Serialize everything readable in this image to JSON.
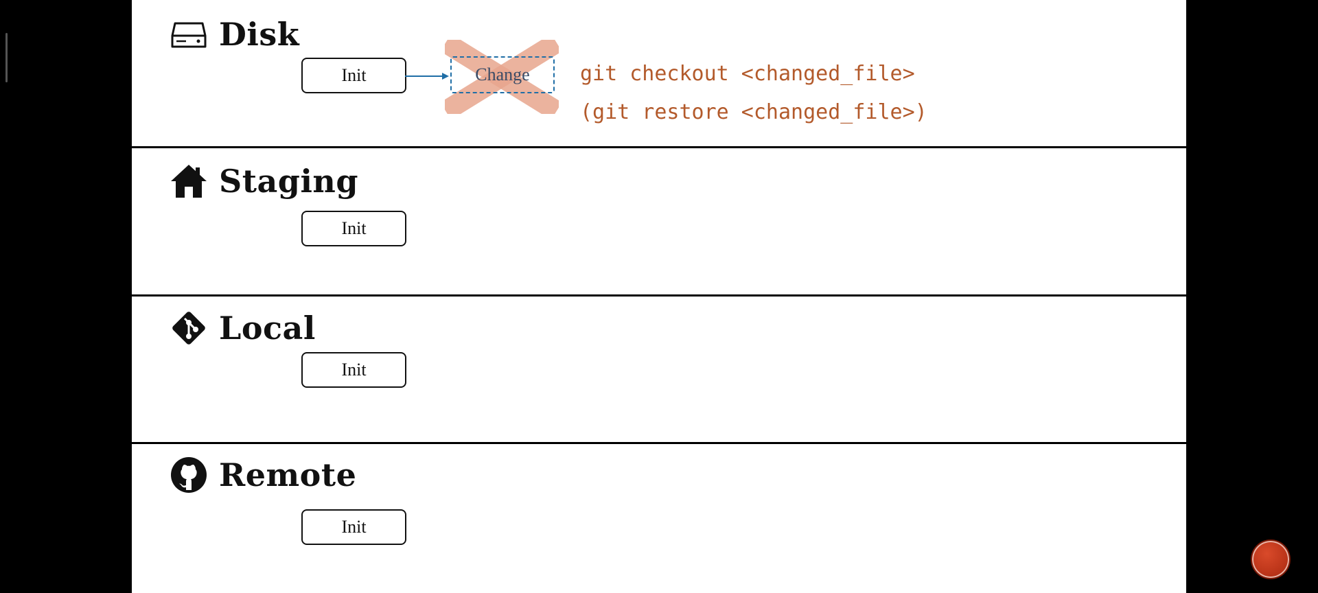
{
  "sections": [
    {
      "title": "Disk",
      "icon": "hard-drive-icon",
      "box_label": "Init"
    },
    {
      "title": "Staging",
      "icon": "house-icon",
      "box_label": "Init"
    },
    {
      "title": "Local",
      "icon": "git-logo-icon",
      "box_label": "Init"
    },
    {
      "title": "Remote",
      "icon": "github-logo-icon",
      "box_label": "Init"
    }
  ],
  "change": {
    "label": "Change"
  },
  "commands": {
    "line1": "git checkout <changed_file>",
    "line2": "(git restore <changed_file>)"
  },
  "colors": {
    "code": "#b35a2b",
    "arrow": "#1f6ea6",
    "cross": "#e8a68e",
    "record": "#c23516"
  }
}
